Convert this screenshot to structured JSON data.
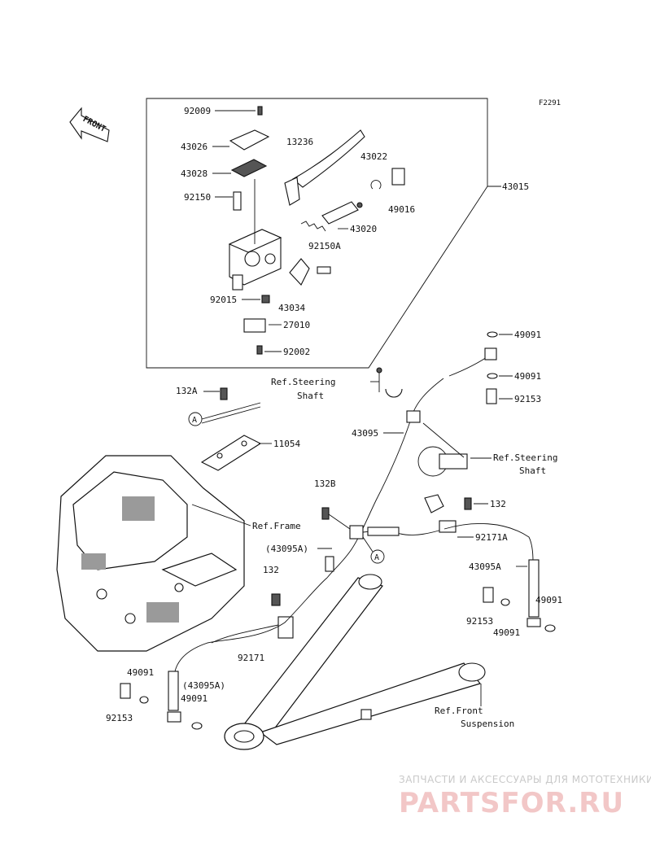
{
  "diagram_code": "F2291",
  "front_badge": "FRONT",
  "parts": {
    "p92009": "92009",
    "p43026": "43026",
    "p43028": "43028",
    "p92150": "92150",
    "p92015": "92015",
    "p13236": "13236",
    "p43022": "43022",
    "p49016": "49016",
    "p43020": "43020",
    "p92150A": "92150A",
    "p43034": "43034",
    "p27010": "27010",
    "p92002": "92002",
    "p43015": "43015",
    "p49091_a": "49091",
    "p49091_b": "49091",
    "p92153_a": "92153",
    "p132A": "132A",
    "p11054": "11054",
    "p43095": "43095",
    "p132B": "132B",
    "p132_a": "132",
    "p92171A": "92171A",
    "p43095A_paren_a": "(43095A)",
    "p132_b": "132",
    "p43095A": "43095A",
    "p92153_b": "92153",
    "p49091_c": "49091",
    "p49091_d": "49091",
    "p92171": "92171",
    "p49091_e": "49091",
    "p43095A_paren_b": "(43095A)",
    "p92153_c": "92153",
    "p49091_f": "49091"
  },
  "refs": {
    "steering1_l1": "Ref.Steering",
    "steering1_l2": "Shaft",
    "steering2_l1": "Ref.Steering",
    "steering2_l2": "Shaft",
    "frame": "Ref.Frame",
    "suspension_l1": "Ref.Front",
    "suspension_l2": "Suspension"
  },
  "callouts": {
    "marker_a1": "A",
    "marker_a2": "A"
  },
  "watermark": {
    "tagline": "ЗАПЧАСТИ И АКСЕССУАРЫ ДЛЯ МОТОТЕХНИКИ",
    "brand": "PARTSFOR.RU"
  }
}
